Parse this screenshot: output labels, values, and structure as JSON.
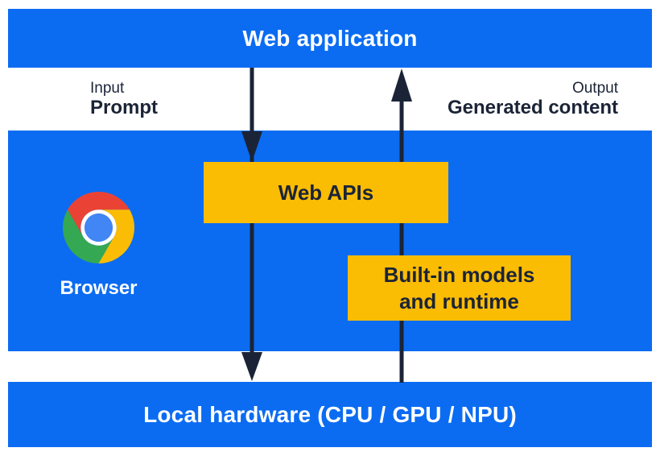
{
  "colors": {
    "band_blue": "#0B6CF2",
    "box_yellow": "#FBBC04",
    "ink": "#1B2437",
    "label_white": "#FFFFFF",
    "chrome_red": "#EA4335",
    "chrome_green": "#34A853",
    "chrome_yellow": "#FBBC05",
    "chrome_blue": "#4285F4",
    "chrome_ring": "#FFFFFF"
  },
  "layers": {
    "web_application": {
      "label": "Web application"
    },
    "browser": {
      "label": "Browser"
    },
    "local_hardware": {
      "label": "Local hardware (CPU / GPU / NPU)"
    }
  },
  "flows": {
    "input": {
      "caption": "Input",
      "label": "Prompt"
    },
    "output": {
      "caption": "Output",
      "label": "Generated content"
    }
  },
  "components": {
    "web_apis": {
      "label": "Web APIs"
    },
    "builtin_models": {
      "line1": "Built-in models",
      "line2": "and runtime"
    }
  },
  "icons": {
    "browser_logo": "chrome-logo"
  }
}
